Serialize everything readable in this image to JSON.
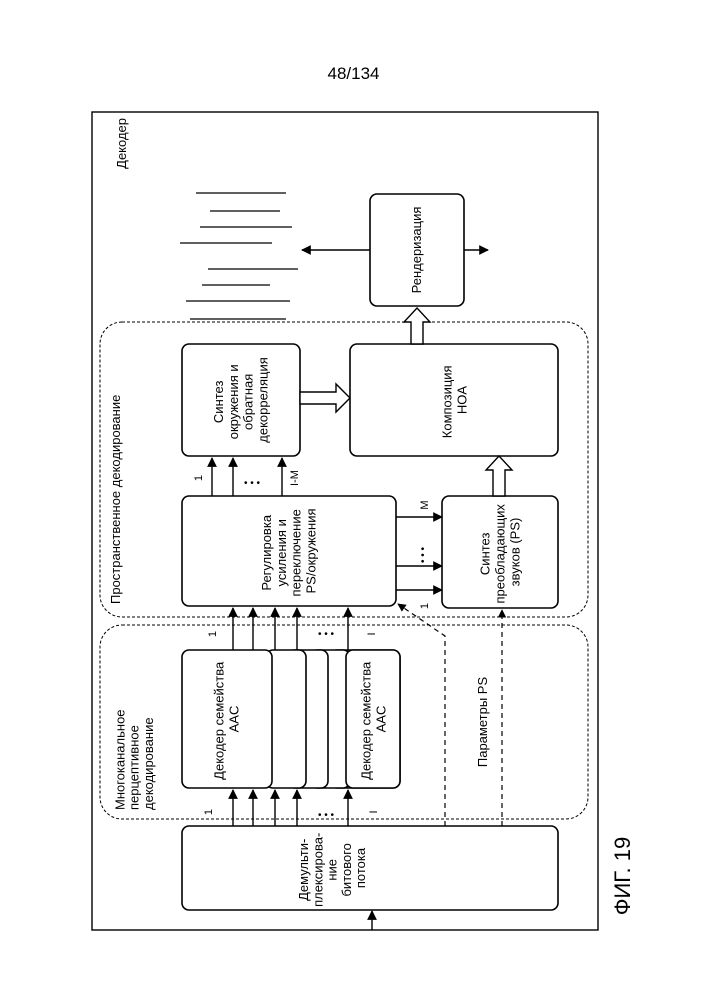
{
  "page_number": "48/134",
  "figure_label": "ФИГ. 19",
  "decoder": {
    "title": "Декодер"
  },
  "demux": {
    "lines": [
      "Демульти-",
      "плексирова-",
      "ние",
      "битового",
      "потока"
    ]
  },
  "perceptual_group": {
    "lines": [
      "Многоканальное",
      "перцептивное",
      "декодирование"
    ]
  },
  "aac_decoder": {
    "lines": [
      "Декодер семейства",
      "AAC"
    ]
  },
  "ps_params": {
    "label": "Параметры PS"
  },
  "spatial_group": {
    "label": "Пространственное декодирование"
  },
  "gain_block": {
    "lines": [
      "Регулировка",
      "усиления и",
      "переключение",
      "PS/окружения"
    ]
  },
  "ambient_block": {
    "lines": [
      "Синтез",
      "окружения и",
      "обратная",
      "декорреляция"
    ]
  },
  "ps_synthesis": {
    "lines": [
      "Синтез",
      "преобладающих",
      "звуков (PS)"
    ]
  },
  "hoa_block": {
    "lines": [
      "Композиция",
      "HOA"
    ]
  },
  "render_block": {
    "label": "Рендеризация"
  },
  "labels": {
    "one": "1",
    "I": "I",
    "I_minus_M": "I-M",
    "M": "M",
    "dots": "• • •"
  }
}
